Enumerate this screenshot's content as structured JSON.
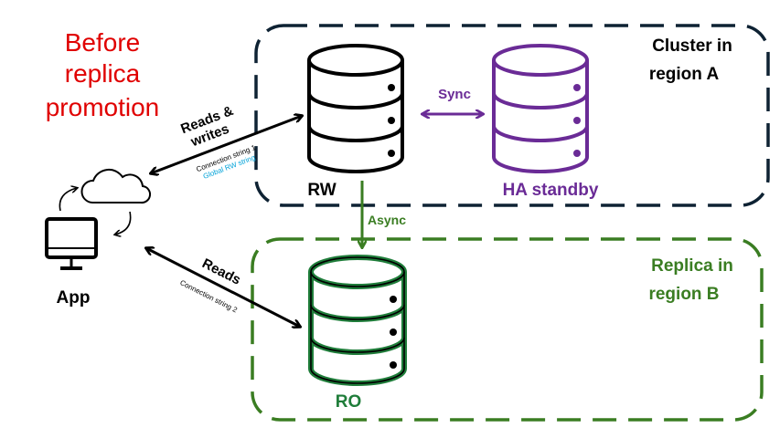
{
  "title_lines": [
    "Before",
    "replica",
    "promotion"
  ],
  "clusters": {
    "a": {
      "label_lines": [
        "Cluster in",
        "region A"
      ],
      "color": "#0e2233"
    },
    "b": {
      "label_lines": [
        "Replica in",
        "region B"
      ],
      "color": "#3a7d22"
    }
  },
  "databases": {
    "rw": {
      "label": "RW",
      "color": "#000000"
    },
    "ha": {
      "label": "HA standby",
      "color": "#6a2b96"
    },
    "ro": {
      "label": "RO",
      "color": "#1f7d3a"
    }
  },
  "links": {
    "sync": {
      "label": "Sync",
      "color": "#6a2b96"
    },
    "async": {
      "label": "Async",
      "color": "#3a7d22"
    },
    "reads_writes": {
      "label_lines": [
        "Reads &",
        "writes"
      ],
      "conn": "Connection string 1",
      "global": "Global RW string",
      "global_color": "#00a2d8"
    },
    "reads": {
      "label": "Reads",
      "conn": "Connection string 2"
    }
  },
  "app": {
    "label": "App"
  },
  "colors": {
    "title": "#e00000"
  }
}
